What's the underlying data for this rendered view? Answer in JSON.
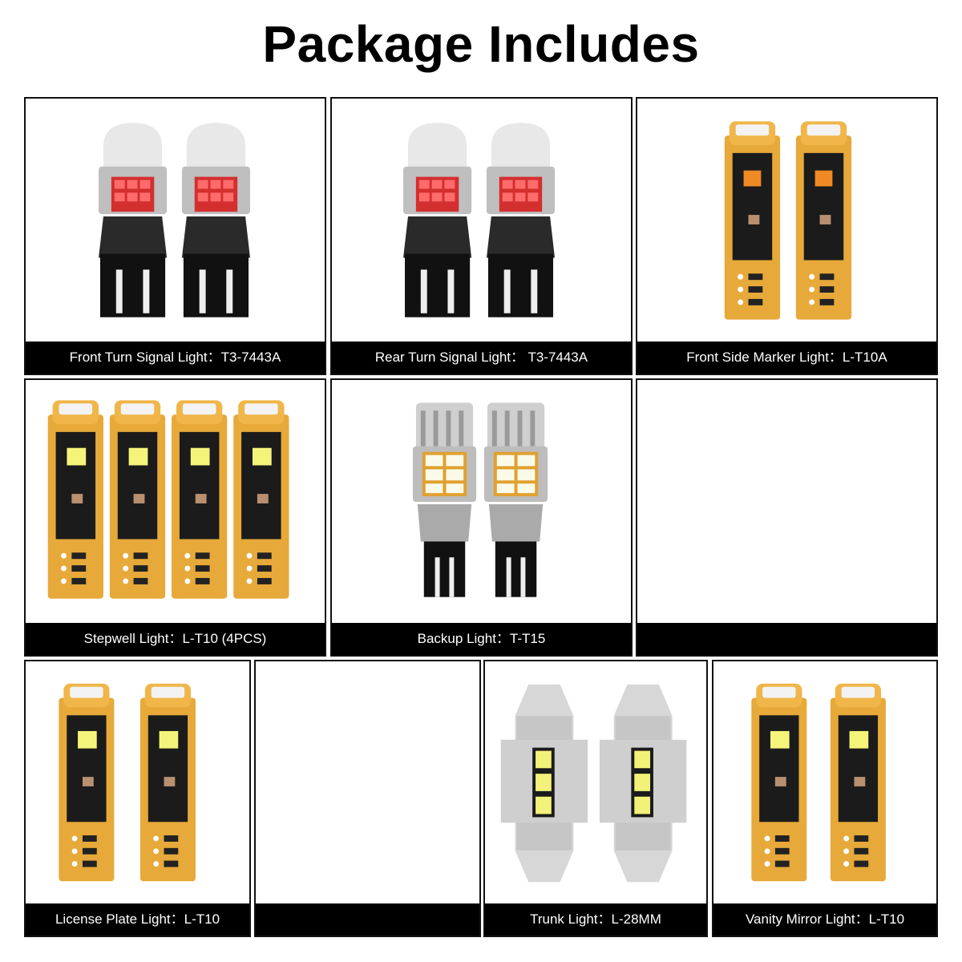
{
  "title": "Package Includes",
  "cells": [
    {
      "caption": "Front Turn Signal Light：T3-7443A",
      "icon": "7443-amber-bulb-pair-icon"
    },
    {
      "caption": "Rear Turn Signal Light：  T3-7443A",
      "icon": "7443-red-bulb-pair-icon"
    },
    {
      "caption": "Front Side Marker Light：L-T10A",
      "icon": "t10-amber-bulb-pair-icon"
    },
    {
      "caption": "Stepwell Light：L-T10 (4PCS)",
      "icon": "t10-white-bulb-quad-icon"
    },
    {
      "caption": "Backup Light：T-T15",
      "icon": "t15-bulb-pair-icon"
    },
    {
      "caption": "",
      "icon": ""
    },
    {
      "caption": "License Plate Light：L-T10",
      "icon": "t10-white-bulb-pair-icon"
    },
    {
      "caption": "",
      "icon": ""
    },
    {
      "caption": "Trunk Light：L-28MM",
      "icon": "festoon-28mm-bulb-pair-icon"
    },
    {
      "caption": "Vanity Mirror Light：L-T10",
      "icon": "t10-white-bulb-pair-icon"
    }
  ]
}
